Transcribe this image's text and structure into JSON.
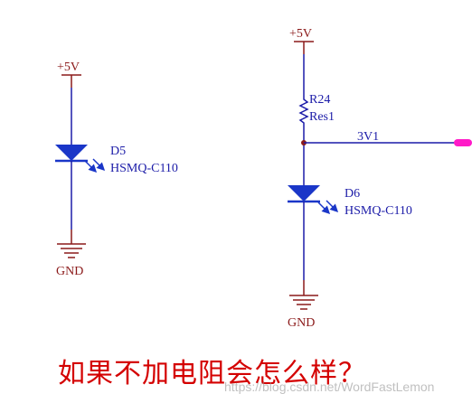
{
  "colors": {
    "wire": "#1c1ca8",
    "power": "#8b1a1a",
    "diode": "#1a36c8",
    "text": "#1c1ca8",
    "net_marker": "#ff1ac8",
    "question": "#d40000"
  },
  "left_circuit": {
    "power_label": "+5V",
    "diode_ref": "D5",
    "diode_part": "HSMQ-C110",
    "ground_label": "GND"
  },
  "right_circuit": {
    "power_label": "+5V",
    "resistor_ref": "R24",
    "resistor_value": "Res1",
    "net_label": "3V1",
    "diode_ref": "D6",
    "diode_part": "HSMQ-C110",
    "ground_label": "GND"
  },
  "question": "如果不加电阻会怎么样？",
  "watermark": "https://blog.csdn.net/WordFastLemon"
}
